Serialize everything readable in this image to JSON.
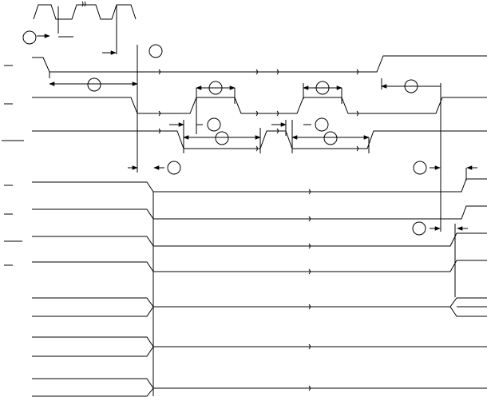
{
  "diagram": {
    "type": "timing-diagram",
    "stroke_color": "#000000",
    "background": "#ffffff",
    "signal_count": 12,
    "timing_markers": 10,
    "labels": []
  }
}
